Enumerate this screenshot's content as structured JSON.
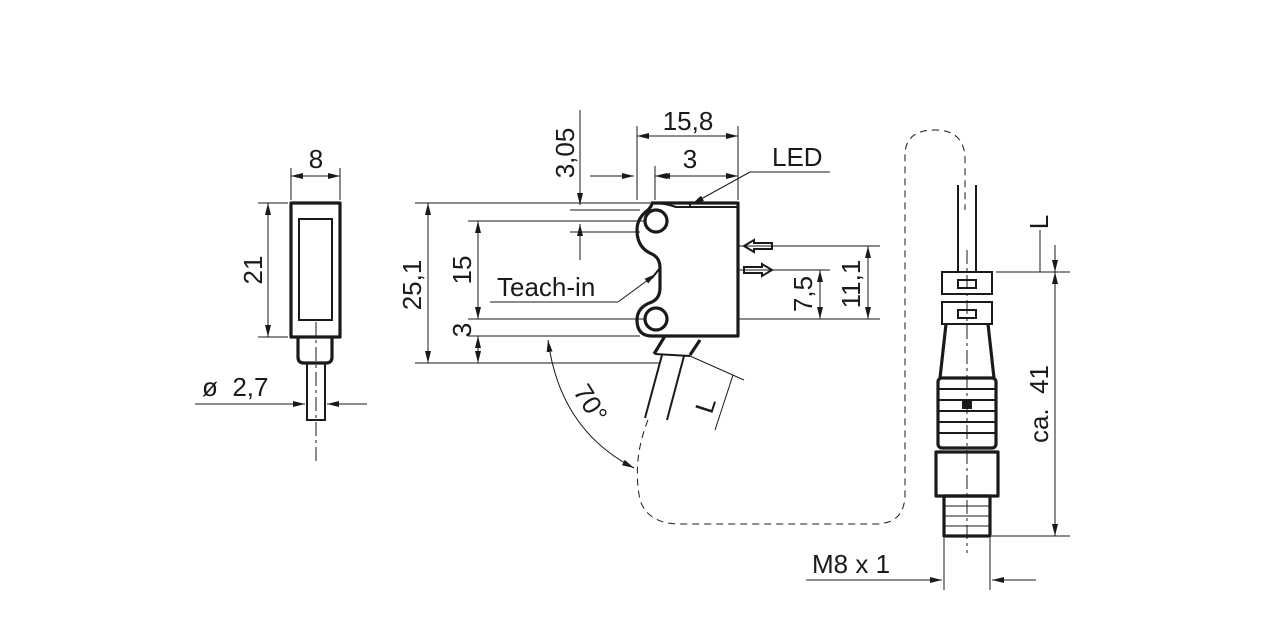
{
  "dimensions": {
    "front_width": "8",
    "front_height": "21",
    "cable_diameter": "ø  2,7",
    "side_width": "15,8",
    "hole_offset": "3,05",
    "led_offset": "3",
    "total_height": "25,1",
    "hole_spacing": "15",
    "bottom_offset": "3",
    "receiver_height": "7,5",
    "emitter_height": "11,1",
    "cable_angle": "70°",
    "cable_length_side": "L",
    "cable_length_connector": "L",
    "connector_length": "ca.  41",
    "connector_thread": "M8 x 1"
  },
  "labels": {
    "led": "LED",
    "teach_in": "Teach-in"
  },
  "colors": {
    "line": "#1a1a1a",
    "background": "#ffffff"
  }
}
